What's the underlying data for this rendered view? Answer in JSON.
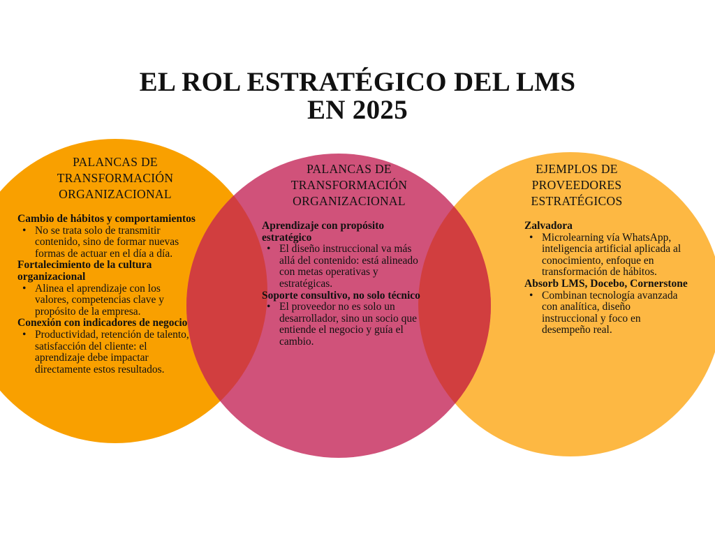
{
  "title": {
    "line1": "EL ROL ESTRATÉGICO DEL LMS",
    "line2": "EN 2025"
  },
  "colors": {
    "left": "#F9A000",
    "center": "#D0527A",
    "right": "#FDB843",
    "overlap": "#D13E3F"
  },
  "left": {
    "heading": [
      "PALANCAS DE",
      "TRANSFORMACIÓN",
      "ORGANIZACIONAL"
    ],
    "sections": [
      {
        "title": "Cambio de hábitos y comportamientos",
        "bullet": "No se trata solo de transmitir contenido, sino de formar nuevas formas de actuar en el día a día."
      },
      {
        "title": "Fortalecimiento de la cultura organizacional",
        "bullet": "Alinea el aprendizaje con los valores, competencias clave y propósito de la empresa."
      },
      {
        "title": "Conexión con indicadores de negocio",
        "bullet": "Productividad, retención de talento, satisfacción del cliente: el aprendizaje debe impactar directamente estos resultados."
      }
    ]
  },
  "center": {
    "heading": [
      "PALANCAS DE",
      "TRANSFORMACIÓN",
      "ORGANIZACIONAL"
    ],
    "sections": [
      {
        "title": "Aprendizaje con propósito estratégico",
        "bullet": "El diseño instruccional va más allá del contenido: está alineado con metas operativas y estratégicas."
      },
      {
        "title": "Soporte consultivo, no solo técnico",
        "bullet": "El proveedor no es solo un desarrollador, sino un socio que entiende el negocio y guía el cambio."
      }
    ]
  },
  "right": {
    "heading": [
      "EJEMPLOS DE",
      "PROVEEDORES",
      "ESTRATÉGICOS"
    ],
    "sections": [
      {
        "title": "Zalvadora",
        "bullet": "Microlearning vía WhatsApp, inteligencia artificial aplicada al conocimiento, enfoque en transformación de hábitos."
      },
      {
        "title": "Absorb LMS, Docebo, Cornerstone",
        "bullet": "Combinan tecnología avanzada con analítica, diseño instruccional y foco en desempeño real."
      }
    ]
  }
}
